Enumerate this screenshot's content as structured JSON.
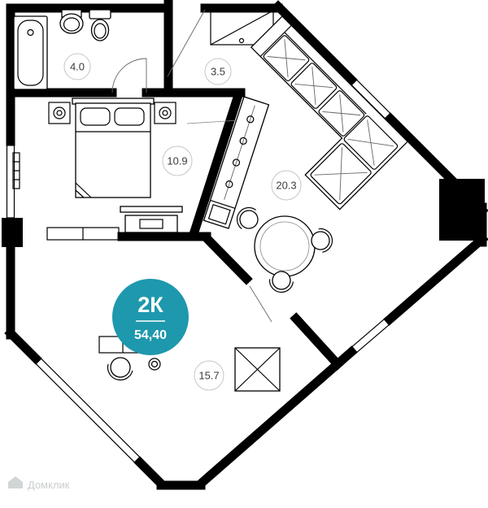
{
  "plan": {
    "badge": {
      "label": "2К",
      "area": "54,40",
      "color": "#1e98ad"
    },
    "rooms": {
      "bathroom": {
        "area": "4.0"
      },
      "hall": {
        "area": "3.5"
      },
      "bedroom": {
        "area": "10.9"
      },
      "living": {
        "area": "20.3"
      },
      "studio": {
        "area": "15.7"
      }
    },
    "watermark": "Домклик"
  }
}
